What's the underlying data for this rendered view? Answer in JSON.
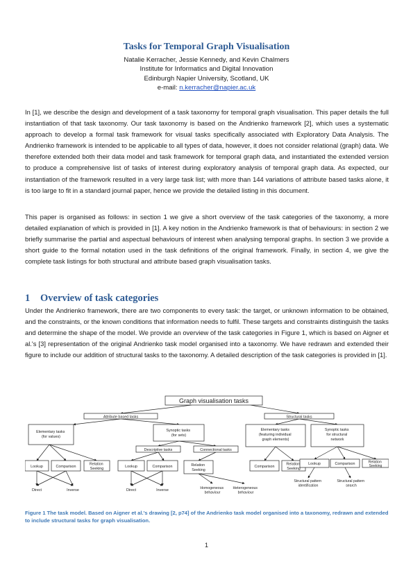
{
  "header": {
    "title": "Tasks for Temporal Graph Visualisation",
    "authors": "Natalie Kerracher, Jessie Kennedy, and Kevin Chalmers",
    "affiliation": "Institute for Informatics and Digital Innovation",
    "location": "Edinburgh Napier University, Scotland, UK",
    "email_label": "e-mail: ",
    "email": "n.kerracher@napier.ac.uk"
  },
  "paragraphs": [
    "In [1], we describe the design and development of a task taxonomy for temporal graph visualisation. This paper details the full instantiation of that task taxonomy. Our task taxonomy is based on the Andrienko framework [2], which uses a systematic approach to develop a formal task framework for visual tasks specifically associated with Exploratory Data Analysis. The Andrienko framework is intended to be applicable to all types of data, however, it does not consider relational (graph) data. We therefore extended both their data model and task framework for temporal graph data, and instantiated the extended version to produce a comprehensive list of tasks of interest during exploratory analysis of temporal graph data. As expected, our instantiation of the framework resulted in a very large task list; with more than 144 variations of attribute based tasks alone, it is too large to fit in a standard journal paper, hence we provide the detailed listing in this document.",
    "This paper is organised as follows: in section 1 we give a short overview of the task categories of the taxonomy, a more detailed explanation of which is provided in [1]. A key notion in the Andrienko framework is that of behaviours: in section 2 we briefly summarise the partial and aspectual behaviours of interest when analysing temporal graphs. In section 3 we provide a short guide to the formal notation used in the task definitions of the original framework. Finally, in section 4, we give the complete task listings for both structural and attribute based graph visualisation tasks."
  ],
  "section": {
    "number": "1",
    "title": "Overview of task categories",
    "text": "Under the Andrienko framework, there are two components to every task: the target, or unknown information to be obtained, and the constraints, or the known conditions that information needs to fulfil. These targets and constraints distinguish the tasks and determine the shape of the model. We provide an overview of the task categories in Figure 1, which is based on Aigner et al.'s [3] representation of the original Andrienko task model organised into a taxonomy. We have redrawn and extended their figure to include our addition of structural tasks to the taxonomy. A detailed description of the task categories is provided in [1]."
  },
  "figure": {
    "root": "Graph visualisation tasks",
    "attribute": "Attribute based tasks",
    "structural": "Structural tasks",
    "elementary": [
      "Elementary tasks",
      "(for values)"
    ],
    "synoptic": [
      "Synoptic tasks",
      "(for sets)"
    ],
    "s_elementary": [
      "Elementary tasks",
      "(featuring individual",
      "graph elements)"
    ],
    "s_synoptic": [
      "Synoptic tasks",
      "for structural",
      "network"
    ],
    "descriptive": "Descriptive tasks",
    "connectional": "Connectional tasks",
    "leaves": {
      "lookup1": "Lookup",
      "comparison1": "Comparison",
      "relation1": [
        "Relation",
        "Seeking"
      ],
      "lookup2": "Lookup",
      "comparison2": "Comparison",
      "relation2": [
        "Relation",
        "Seeking"
      ],
      "comparison3": "Comparison",
      "relation3": [
        "Relation",
        "Seeking"
      ],
      "lookup4": "Lookup",
      "comparison4": "Comparison",
      "relation4": [
        "Relation",
        "Seeking"
      ]
    },
    "subleaves": {
      "direct1": "Direct",
      "inverse1": "Inverse",
      "direct2": "Direct",
      "inverse2": "Inverse",
      "homogeneous": [
        "Homogeneous",
        "behaviour"
      ],
      "heterogeneous": [
        "Heterogeneous",
        "behaviour"
      ],
      "pattern_id": [
        "Structural pattern",
        "identification"
      ],
      "pattern_search": [
        "Structural pattern",
        "search"
      ]
    }
  },
  "caption": "Figure 1 The task model. Based on Aigner et al.'s drawing [2, p74] of the Andrienko task model organised into a taxonomy, redrawn and extended to include structural tasks for graph visualisation.",
  "page_number": "1"
}
